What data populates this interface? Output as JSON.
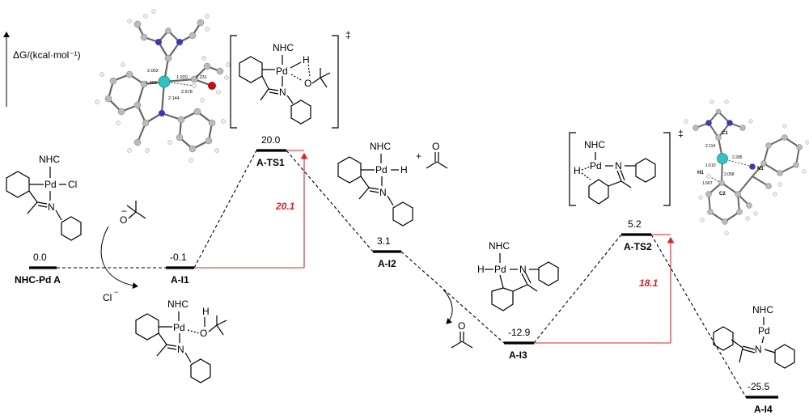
{
  "axis_label": "ΔG/(kcal·mol⁻¹)",
  "dagger": "‡",
  "levels": [
    {
      "id": "NHC-Pd A",
      "energy": "0.0"
    },
    {
      "id": "A-I1",
      "energy": "-0.1"
    },
    {
      "id": "A-TS1",
      "energy": "20.0"
    },
    {
      "id": "A-I2",
      "energy": "3.1"
    },
    {
      "id": "A-I3",
      "energy": "-12.9"
    },
    {
      "id": "A-TS2",
      "energy": "5.2"
    },
    {
      "id": "A-I4",
      "energy": "-25.5"
    }
  ],
  "barriers": [
    "20.1",
    "18.1"
  ],
  "chem_labels": {
    "nhc": "NHC",
    "pd": "Pd",
    "cl": "Cl",
    "n": "N",
    "h": "H",
    "o": "O",
    "o_minus": "O",
    "minus": "−",
    "cl_minus": "Cl",
    "plus": "+"
  },
  "ts2_atoms": {
    "c1": "C1",
    "c2": "C2",
    "h1": "H1",
    "n1": "N1"
  },
  "ts1_distances": [
    "2.002",
    "1.920",
    "1.231",
    "1.998",
    "2.678",
    "2.144"
  ],
  "ts2_distances": [
    "2.114",
    "2.285",
    "1.610",
    "2.058",
    "1.667"
  ]
}
